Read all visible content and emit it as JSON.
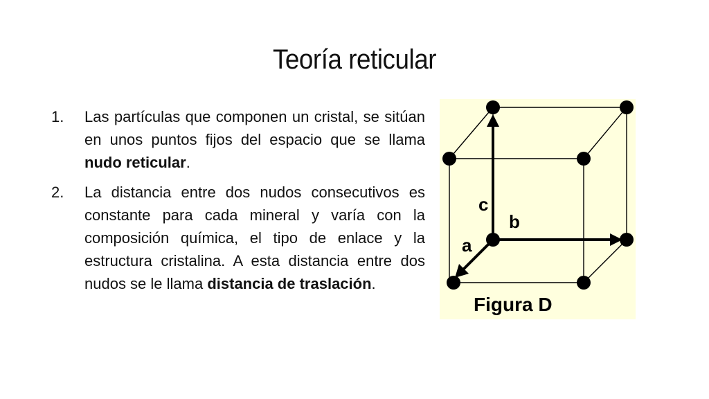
{
  "slide": {
    "title": "Teoría reticular",
    "items": [
      {
        "number": "1.",
        "text_before": "Las partículas que componen un cristal, se sitúan en unos puntos fijos del espacio que se llama ",
        "bold": "nudo reticular",
        "text_after": "."
      },
      {
        "number": "2.",
        "text_before": "La distancia entre dos nudos consecutivos es constante para cada mineral y varía con la composición química, el tipo de enlace y la estructura cristalina. A esta distancia entre dos nudos  se le llama ",
        "bold": "distancia de traslación",
        "text_after": "."
      }
    ]
  },
  "figure": {
    "caption": "Figura D",
    "label_a": "a",
    "label_b": "b",
    "label_c": "c",
    "background": "#FFFFDE",
    "line_color": "#000000"
  }
}
